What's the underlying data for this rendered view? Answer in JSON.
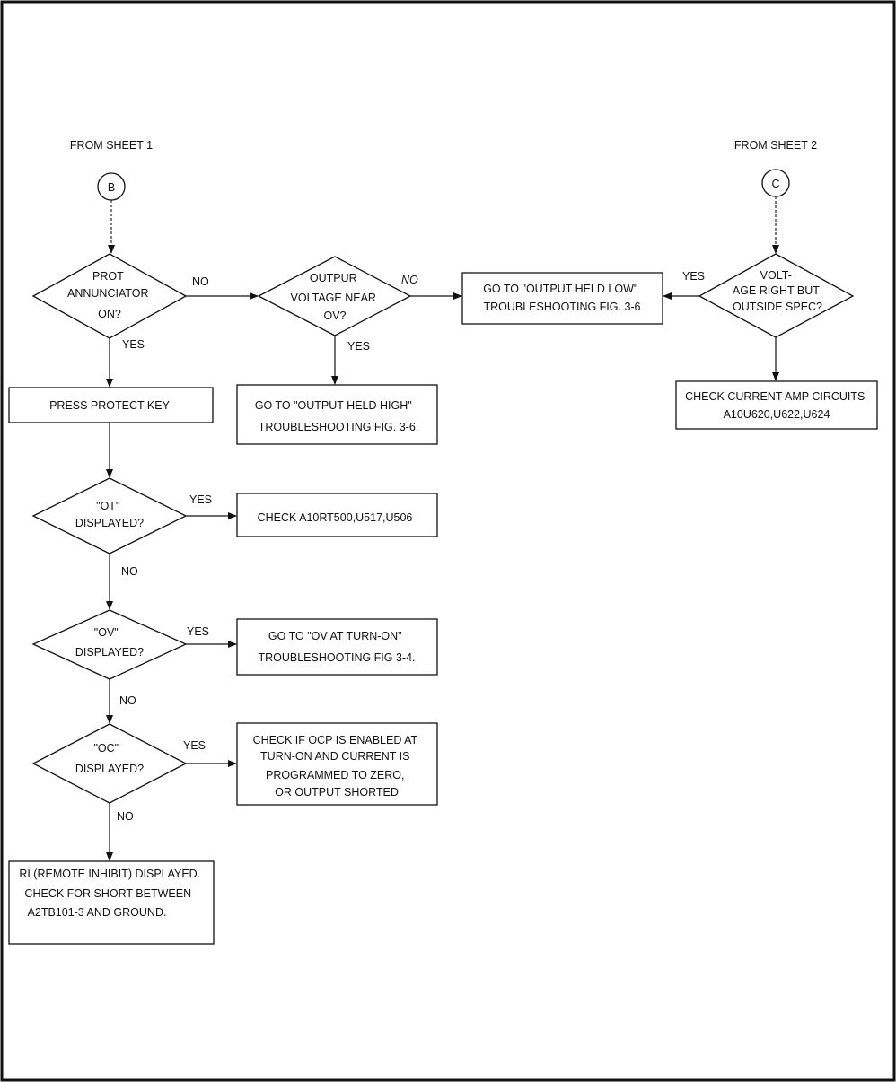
{
  "connectors": {
    "from_sheet_1": "FROM SHEET 1",
    "from_sheet_2": "FROM SHEET 2",
    "b": "B",
    "c": "C"
  },
  "decisions": {
    "prot": [
      "PROT",
      "ANNUNCIATOR",
      "ON?"
    ],
    "outpur": [
      "OUTPUR",
      "VOLTAGE NEAR",
      "OV?"
    ],
    "voltage": [
      "VOLT-",
      "AGE RIGHT BUT",
      "OUTSIDE SPEC?"
    ],
    "ot": [
      "\"OT\"",
      "DISPLAYED?"
    ],
    "ov": [
      "\"OV\"",
      "DISPLAYED?"
    ],
    "oc": [
      "\"OC\"",
      "DISPLAYED?"
    ]
  },
  "boxes": {
    "held_low": [
      "GO TO \"OUTPUT HELD LOW\"",
      "TROUBLESHOOTING FIG. 3-6"
    ],
    "current_amp": [
      "CHECK CURRENT AMP CIRCUITS",
      "A10U620,U622,U624"
    ],
    "press_protect": [
      "PRESS PROTECT KEY"
    ],
    "held_high": [
      "GO TO \"OUTPUT HELD HIGH\"",
      "TROUBLESHOOTING FIG. 3-6."
    ],
    "check_a10": [
      "CHECK A10RT500,U517,U506"
    ],
    "ov_turnon": [
      "GO TO \"OV AT TURN-ON\"",
      "TROUBLESHOOTING FIG 3-4."
    ],
    "ocp": [
      "CHECK IF OCP IS ENABLED AT",
      "TURN-ON AND CURRENT IS",
      "PROGRAMMED TO ZERO,",
      "OR OUTPUT SHORTED"
    ],
    "ri": [
      "RI (REMOTE INHIBIT) DISPLAYED.",
      "CHECK FOR SHORT BETWEEN",
      "A2TB101-3 AND GROUND."
    ]
  },
  "labels": {
    "prot_no": "NO",
    "prot_yes": "YES",
    "outpur_no": "NO",
    "outpur_yes": "YES",
    "voltage_yes": "YES",
    "ot_yes": "YES",
    "ot_no": "NO",
    "ov_yes": "YES",
    "ov_no": "NO",
    "oc_yes": "YES",
    "oc_no": "NO"
  }
}
